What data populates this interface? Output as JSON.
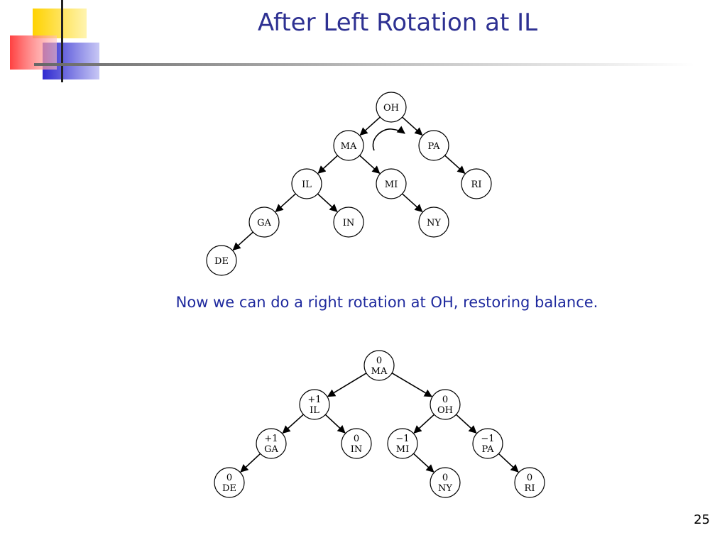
{
  "slide": {
    "title": "After Left Rotation at IL",
    "caption": "Now we can do a right rotation at OH, restoring balance.",
    "page_number": "25"
  },
  "colors": {
    "title": "#2e3192",
    "caption": "#1f2a9e",
    "logo_yellow": "#ffd200",
    "logo_red": "#ff4040",
    "logo_blue": "#3a33d6"
  },
  "tree_top": {
    "nodes": [
      {
        "id": "OH",
        "label": "OH"
      },
      {
        "id": "MA",
        "label": "MA"
      },
      {
        "id": "PA",
        "label": "PA"
      },
      {
        "id": "IL",
        "label": "IL"
      },
      {
        "id": "MI",
        "label": "MI"
      },
      {
        "id": "RI",
        "label": "RI"
      },
      {
        "id": "GA",
        "label": "GA"
      },
      {
        "id": "IN",
        "label": "IN"
      },
      {
        "id": "NY",
        "label": "NY"
      },
      {
        "id": "DE",
        "label": "DE"
      }
    ],
    "edges": [
      [
        "OH",
        "MA"
      ],
      [
        "OH",
        "PA"
      ],
      [
        "MA",
        "IL"
      ],
      [
        "MA",
        "MI"
      ],
      [
        "PA",
        "RI"
      ],
      [
        "IL",
        "GA"
      ],
      [
        "IL",
        "IN"
      ],
      [
        "MI",
        "NY"
      ],
      [
        "GA",
        "DE"
      ]
    ]
  },
  "tree_bottom": {
    "nodes": [
      {
        "id": "MA",
        "label": "MA",
        "balance": "0"
      },
      {
        "id": "IL",
        "label": "IL",
        "balance": "+1"
      },
      {
        "id": "OH",
        "label": "OH",
        "balance": "0"
      },
      {
        "id": "GA",
        "label": "GA",
        "balance": "+1"
      },
      {
        "id": "IN",
        "label": "IN",
        "balance": "0"
      },
      {
        "id": "MI",
        "label": "MI",
        "balance": "−1"
      },
      {
        "id": "PA",
        "label": "PA",
        "balance": "−1"
      },
      {
        "id": "DE",
        "label": "DE",
        "balance": "0"
      },
      {
        "id": "NY",
        "label": "NY",
        "balance": "0"
      },
      {
        "id": "RI",
        "label": "RI",
        "balance": "0"
      }
    ],
    "edges": [
      [
        "MA",
        "IL"
      ],
      [
        "MA",
        "OH"
      ],
      [
        "IL",
        "GA"
      ],
      [
        "IL",
        "IN"
      ],
      [
        "OH",
        "MI"
      ],
      [
        "OH",
        "PA"
      ],
      [
        "GA",
        "DE"
      ],
      [
        "MI",
        "NY"
      ],
      [
        "PA",
        "RI"
      ]
    ]
  }
}
